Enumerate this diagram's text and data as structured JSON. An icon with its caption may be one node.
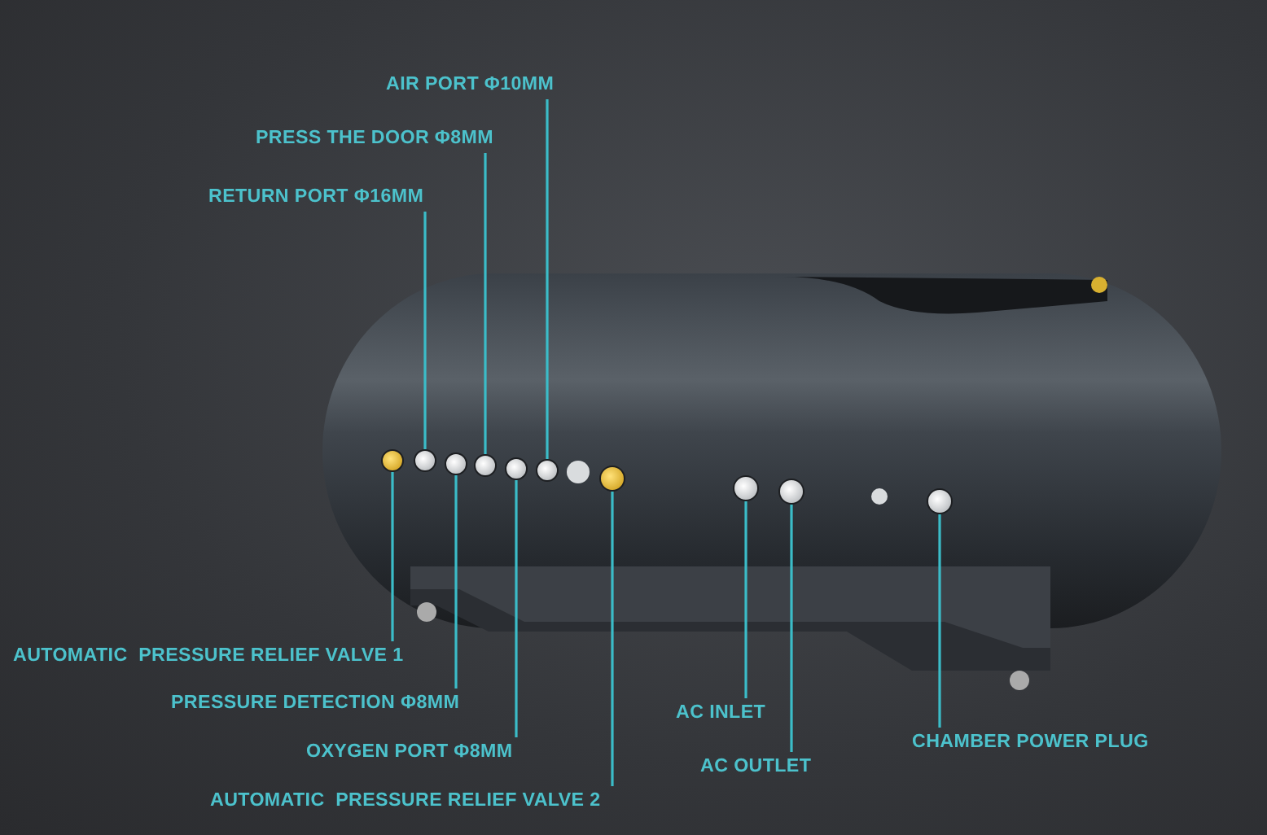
{
  "diagram": {
    "nodes": [
      {
        "text": [
          "AIR PORT Φ10MM"
        ]
      },
      {
        "text": [
          "PRESS THE DOOR Φ8MM"
        ]
      },
      {
        "text": [
          "RETURN PORT Φ16MM"
        ]
      },
      {
        "text": [
          "AUTOMATIC  PRESSURE RELIEF VALVE 1"
        ]
      },
      {
        "text": [
          "PRESSURE DETECTION Φ8MM"
        ]
      },
      {
        "text": [
          "OXYGEN PORT Φ8MM"
        ]
      },
      {
        "text": [
          "AUTOMATIC  PRESSURE RELIEF VALVE 2"
        ]
      },
      {
        "text": [
          "AC INLET"
        ]
      },
      {
        "text": [
          "AC OUTLET"
        ]
      },
      {
        "text": [
          "CHAMBER POWER PLUG"
        ]
      },
      {
        "text": [],
        "shape": "circle"
      },
      {
        "text": [],
        "shape": "circle"
      },
      {
        "text": [],
        "shape": "circle"
      },
      {
        "text": [],
        "shape": "circle"
      },
      {
        "text": [],
        "shape": "circle"
      },
      {
        "text": [],
        "shape": "circle"
      },
      {
        "text": [],
        "shape": "circle"
      },
      {
        "text": [],
        "shape": "circle"
      },
      {
        "text": [],
        "shape": "circle"
      },
      {
        "text": [],
        "shape": "circle"
      }
    ],
    "edges": [
      {
        "from": 0,
        "to": 15,
        "arrow": "none"
      },
      {
        "from": 1,
        "to": 13,
        "arrow": "none"
      },
      {
        "from": 2,
        "to": 11,
        "arrow": "none"
      },
      {
        "from": 3,
        "to": 10,
        "arrow": "none"
      },
      {
        "from": 4,
        "to": 12,
        "arrow": "none"
      },
      {
        "from": 5,
        "to": 14,
        "arrow": "none"
      },
      {
        "from": 6,
        "to": 16,
        "arrow": "none"
      },
      {
        "from": 7,
        "to": 17,
        "arrow": "none"
      },
      {
        "from": 8,
        "to": 18,
        "arrow": "none"
      },
      {
        "from": 9,
        "to": 19,
        "arrow": "none"
      }
    ]
  }
}
